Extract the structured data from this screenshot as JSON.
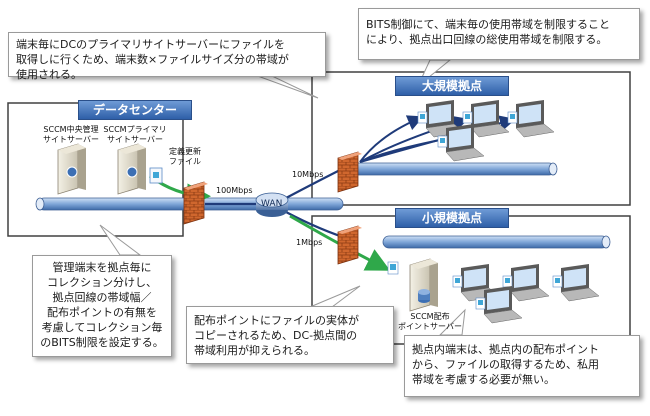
{
  "callouts": {
    "top_left": [
      "端末毎にDCのプライマリサイトサーバーにファイルを",
      "取得しに行くため、端末数×ファイルサイズ分の帯域が",
      "使用される。"
    ],
    "top_right": [
      "BITS制御にて、端末毎の使用帯域を制限すること",
      "により、拠点出口回線の総使用帯域を制限する。"
    ],
    "bottom_left": [
      "管理端末を拠点毎に",
      "コレクション分けし、",
      "拠点回線の帯域幅／",
      "配布ポイントの有無を",
      "考慮してコレクション毎",
      "のBITS制限を設定する。"
    ],
    "bottom_mid": [
      "配布ポイントにファイルの実体が",
      "コピーされるため、DC-拠点間の",
      "帯域利用が抑えられる。"
    ],
    "bottom_right": [
      "拠点内端末は、拠点内の配布ポイント",
      "から、ファイルの取得するため、私用",
      "帯域を考慮する必要が無い。"
    ]
  },
  "sites": {
    "datacenter": "データセンター",
    "large": "大規模拠点",
    "small": "小規模拠点"
  },
  "servers": {
    "central": [
      "SCCM中央管理",
      "サイトサーバー"
    ],
    "primary": [
      "SCCMプライマリ",
      "サイトサーバー"
    ],
    "distribution": [
      "SCCM配布",
      "ポイントサーバー"
    ]
  },
  "file_label": [
    "定義更新",
    "ファイル"
  ],
  "wan": "WAN",
  "bandwidth": {
    "dc": "100Mbps",
    "large": "10Mbps",
    "small": "1Mbps"
  },
  "colors": {
    "site_border": "#404040",
    "banner": "#2e5fa8",
    "pipe": "#6f97cf",
    "arrow_green": "#2fa84a",
    "firewall": "#d0672e"
  }
}
